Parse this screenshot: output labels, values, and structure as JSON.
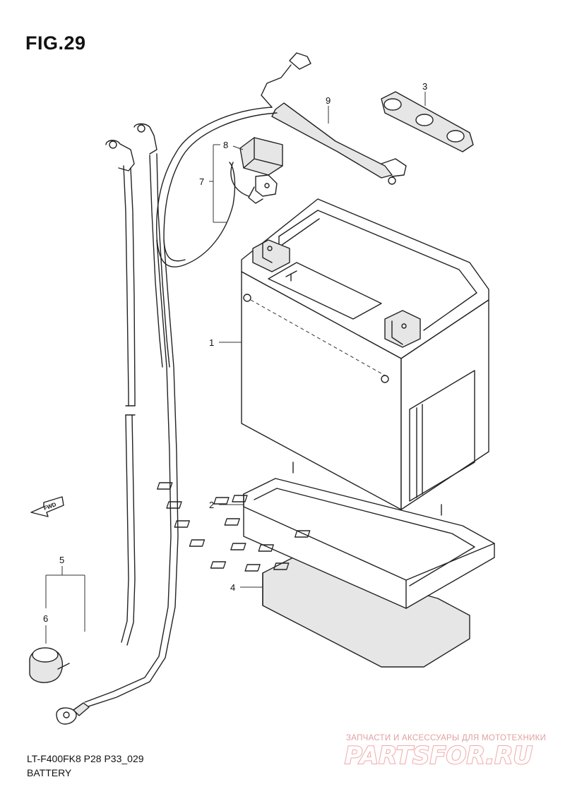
{
  "figure": {
    "title": "FIG.29"
  },
  "footer": {
    "model_code": "LT-F400FK8 P28 P33_029",
    "section_name": "BATTERY"
  },
  "direction_marker": {
    "label": "FWD"
  },
  "callouts": [
    "1",
    "2",
    "3",
    "4",
    "5",
    "6",
    "7",
    "8",
    "9"
  ],
  "watermark": {
    "tagline": "ЗАПЧАСТИ И АКСЕССУАРЫ ДЛЯ МОТОТЕХНИКИ",
    "logo_text": "PARTSFOR.RU"
  }
}
